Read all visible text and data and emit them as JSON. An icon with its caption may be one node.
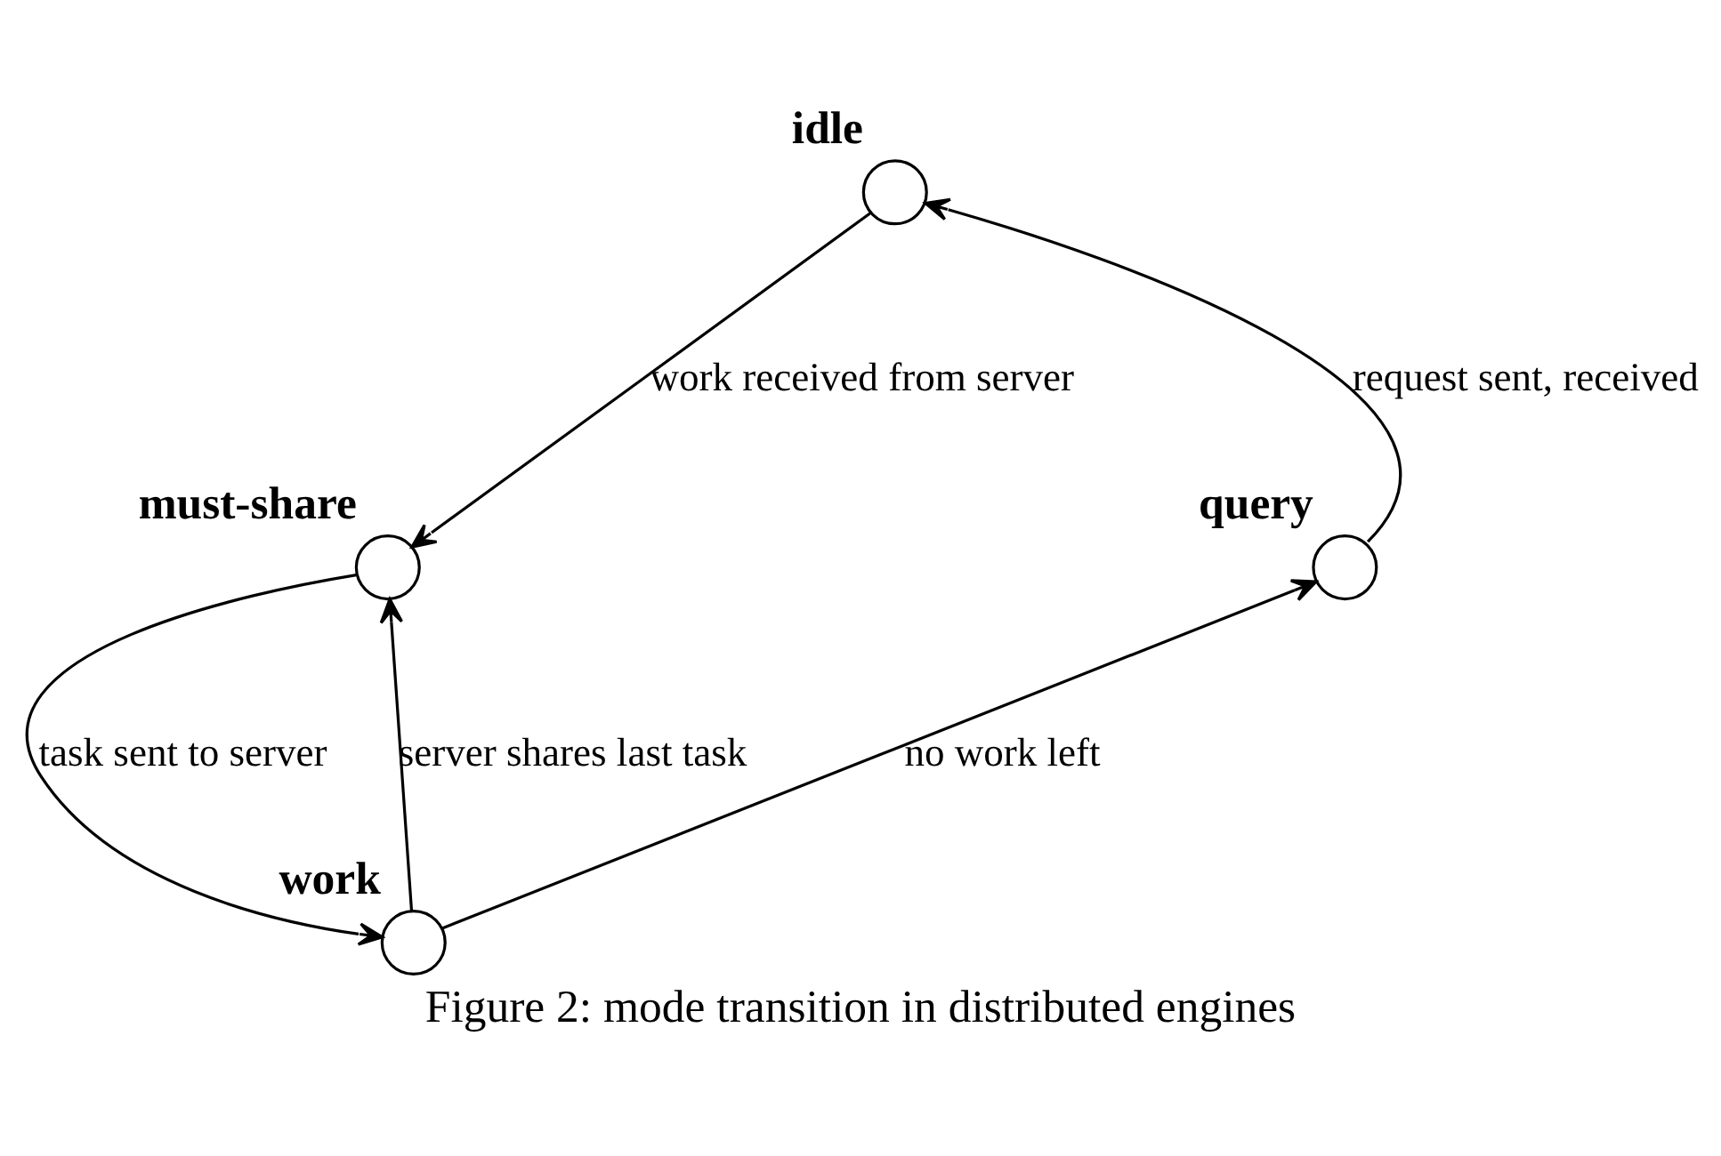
{
  "diagram": {
    "caption": "Figure 2: mode transition in distributed engines",
    "nodes": [
      {
        "text": [],
        "shape": "circle",
        "beside": [
          "idle"
        ]
      },
      {
        "text": [],
        "shape": "circle",
        "beside": [
          "must-share"
        ]
      },
      {
        "text": [],
        "shape": "circle",
        "beside": [
          "query"
        ]
      },
      {
        "text": [],
        "shape": "circle",
        "beside": [
          "work"
        ]
      }
    ],
    "edges": [
      {
        "from": 0,
        "to": 1,
        "arrow": "to",
        "label": "work received from server"
      },
      {
        "from": 2,
        "to": 0,
        "arrow": "to",
        "label": "request sent, received"
      },
      {
        "from": 3,
        "to": 2,
        "arrow": "to",
        "label": "no work left"
      },
      {
        "from": 3,
        "to": 1,
        "arrow": "to",
        "label": "server shares last task"
      },
      {
        "from": 1,
        "to": 3,
        "arrow": "to",
        "label": "task sent to server"
      }
    ]
  }
}
